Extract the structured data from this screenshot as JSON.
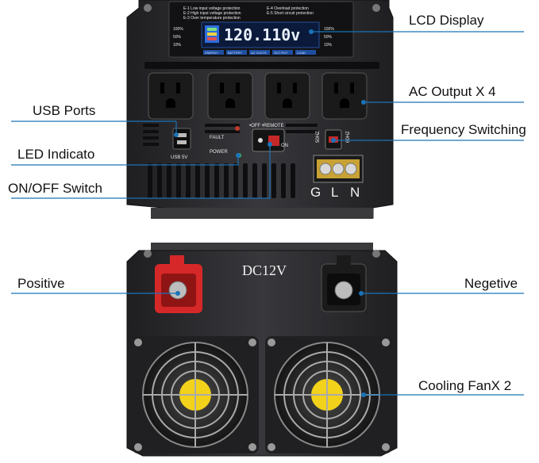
{
  "top_view": {
    "lcd": {
      "error_codes": [
        "E-1 Low input voltage protection",
        "E-2 High input voltage protection",
        "E-3 Over temperature protection",
        "E-4 Overload protection",
        "E-5 Short circuit protection"
      ],
      "left_scale": [
        "100%",
        "50%",
        "10%"
      ],
      "right_scale": [
        "100%",
        "50%",
        "10%"
      ],
      "reading": "120.110v",
      "indicators": [
        "ENERGY",
        "BATTERY",
        "AC VOLTS",
        "OUT PUT",
        "LOAD"
      ]
    },
    "labels": {
      "usb": "USB 5V",
      "fault": "FAULT",
      "power": "POWER",
      "switch_off_remote": "•OFF •REMOTE",
      "switch_on": "ON",
      "freq_50": "50HZ",
      "freq_60": "60HZ",
      "terminal_g": "G",
      "terminal_l": "L",
      "terminal_n": "N"
    }
  },
  "bottom_view": {
    "label": "DC12V"
  },
  "callouts": {
    "lcd_display": "LCD Display",
    "ac_output": "AC Output X 4",
    "usb_ports": "USB Ports",
    "frequency_switching": "Frequency Switching",
    "led_indicator": "LED Indicato",
    "on_off_switch": "ON/OFF Switch",
    "positive": "Positive",
    "negative": "Negetive",
    "cooling_fan": "Cooling FanX 2"
  },
  "colors": {
    "callout_line": "#1a73b8",
    "housing": "#2b2b2e",
    "positive_terminal": "#d62828",
    "negative_terminal": "#1b1b1b",
    "lcd_digits": "#e8f0ff",
    "fan_label": "#f2d21b"
  }
}
